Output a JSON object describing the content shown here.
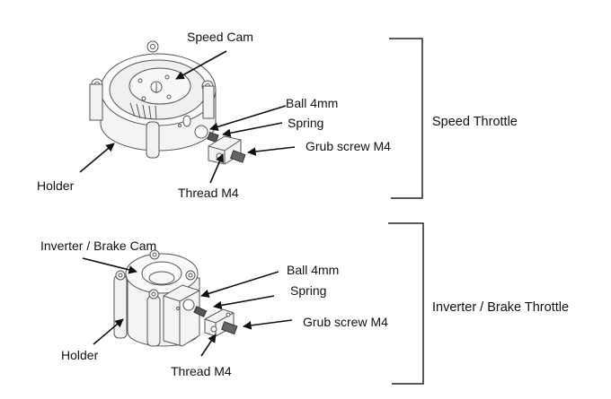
{
  "sections": [
    {
      "group_label": "Speed Throttle",
      "parts": {
        "cam": "Speed Cam",
        "ball": "Ball 4mm",
        "spring": "Spring",
        "grub_screw": "Grub screw M4",
        "holder": "Holder",
        "thread": "Thread M4"
      }
    },
    {
      "group_label": "Inverter / Brake Throttle",
      "parts": {
        "cam": "Inverter / Brake Cam",
        "ball": "Ball 4mm",
        "spring": "Spring",
        "grub_screw": "Grub screw M4",
        "holder": "Holder",
        "thread": "Thread M4"
      }
    }
  ],
  "colors": {
    "line": "#111111",
    "part_fill": "#f2f2f2",
    "part_stroke": "#555555"
  }
}
